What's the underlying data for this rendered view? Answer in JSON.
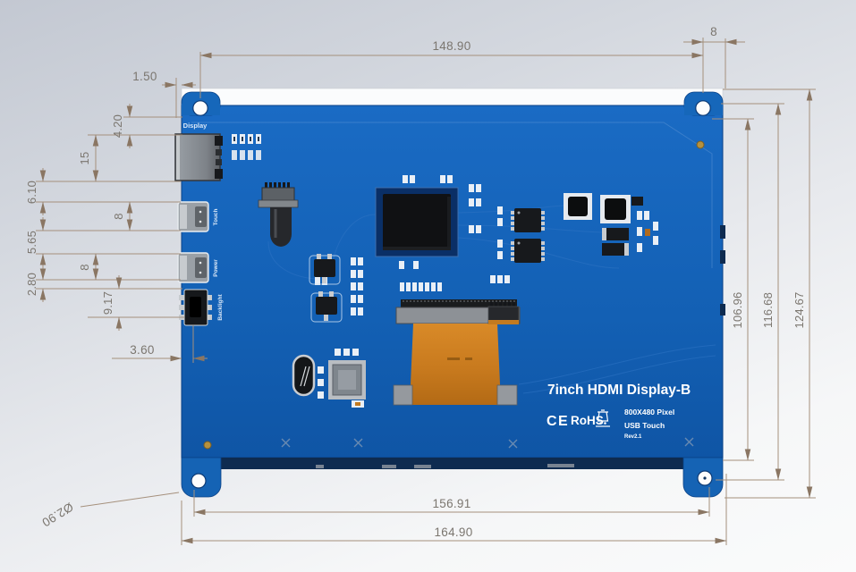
{
  "drawing": {
    "type": "mechanical-dimension-drawing",
    "subject": "7 inch HDMI display PCB rear view"
  },
  "pcb": {
    "title": "7inch HDMI Display-B",
    "spec_line1": "800X480 Pixel",
    "spec_line2": "USB Touch",
    "spec_line3": "Rev2.1",
    "cert_ce": "CE",
    "cert_rohs": "RoHS",
    "port_labels": {
      "hdmi": "Display",
      "usb_touch": "Touch",
      "usb_power": "Power",
      "backlight_switch": "Backlight"
    }
  },
  "dimensions": {
    "top": {
      "hole_to_hole": "148.90",
      "hole_to_edge": "8"
    },
    "left": {
      "edge_offset": "1.50",
      "stack": [
        "4.20",
        "15",
        "6.10",
        "8",
        "5.65",
        "8",
        "2.80",
        "9.17"
      ],
      "switch_offset": "3.60"
    },
    "right": {
      "heights": [
        "106.96",
        "116.68",
        "124.67"
      ]
    },
    "bottom": {
      "hole_to_hole": "156.91",
      "overall_width": "164.90",
      "hole_diameter": "Ø2.90"
    }
  },
  "colors": {
    "pcb_blue": "#1563b8",
    "panel_edge_navy": "#0e2b50",
    "dimension_line": "#a08a74",
    "dimension_text": "#7b766f",
    "flex_cable_orange": "#c97a1e"
  }
}
